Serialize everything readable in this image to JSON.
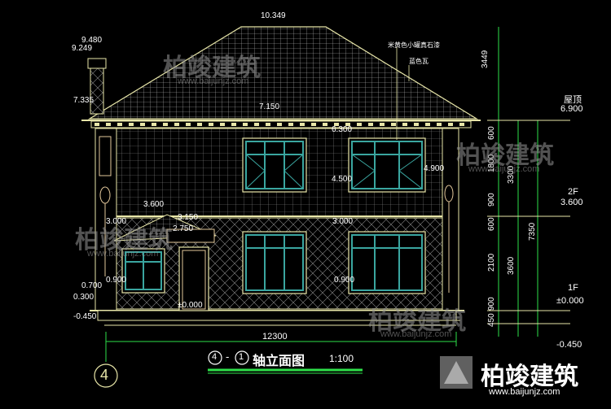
{
  "elevations": {
    "ridge": "10.349",
    "chimney_top": "9.480",
    "chimney_base": "9.249",
    "chimney_side": "7.335",
    "eave": "7.150",
    "second_floor_window_head": "6.300",
    "second_floor_sill": "4.500",
    "second_floor_sill_right": "4.900",
    "entrance_roof": "3.600",
    "entrance_roof_peak": "3.150",
    "first_floor_head_left": "3.000",
    "first_floor_head_right": "3.000",
    "entrance_eave": "2.750",
    "sill_left": "0.900",
    "sill_right": "0.900",
    "plinth": "0.700",
    "floor_edge": "0.300",
    "zero": "±0.000",
    "ground_left": "-0.450"
  },
  "annotations": {
    "wall_material": "米黄色小罐真石漆",
    "roof_material": "蓝色瓦"
  },
  "right_dims": {
    "segments": [
      "3449",
      "600",
      "1800",
      "900",
      "600",
      "2100",
      "900",
      "450"
    ],
    "totals": [
      "3300",
      "3600",
      "7350"
    ]
  },
  "levels": [
    {
      "name": "屋顶",
      "value": "6.900"
    },
    {
      "name": "2F",
      "value": "3.600"
    },
    {
      "name": "1F",
      "value": "±0.000"
    },
    {
      "name": "",
      "value": "-0.450"
    }
  ],
  "bottom": {
    "total_width": "12300",
    "axis_bubble": "4"
  },
  "title": {
    "axis_from": "4",
    "dash": "-",
    "axis_to": "1",
    "text": "轴立面图",
    "scale": "1:100"
  },
  "watermark": {
    "brand": "柏竣建筑",
    "url": "www.baijunjz.com"
  },
  "colors": {
    "background": "#000000",
    "line_yellow": "#e8e6a8",
    "line_cyan": "#2bd4cf",
    "line_green": "#2ee04a",
    "roof_grey": "#c8c8c8",
    "window_teal": "#3aa6a0",
    "wall_tan": "#e2c79a",
    "text_white": "#ffffff"
  }
}
